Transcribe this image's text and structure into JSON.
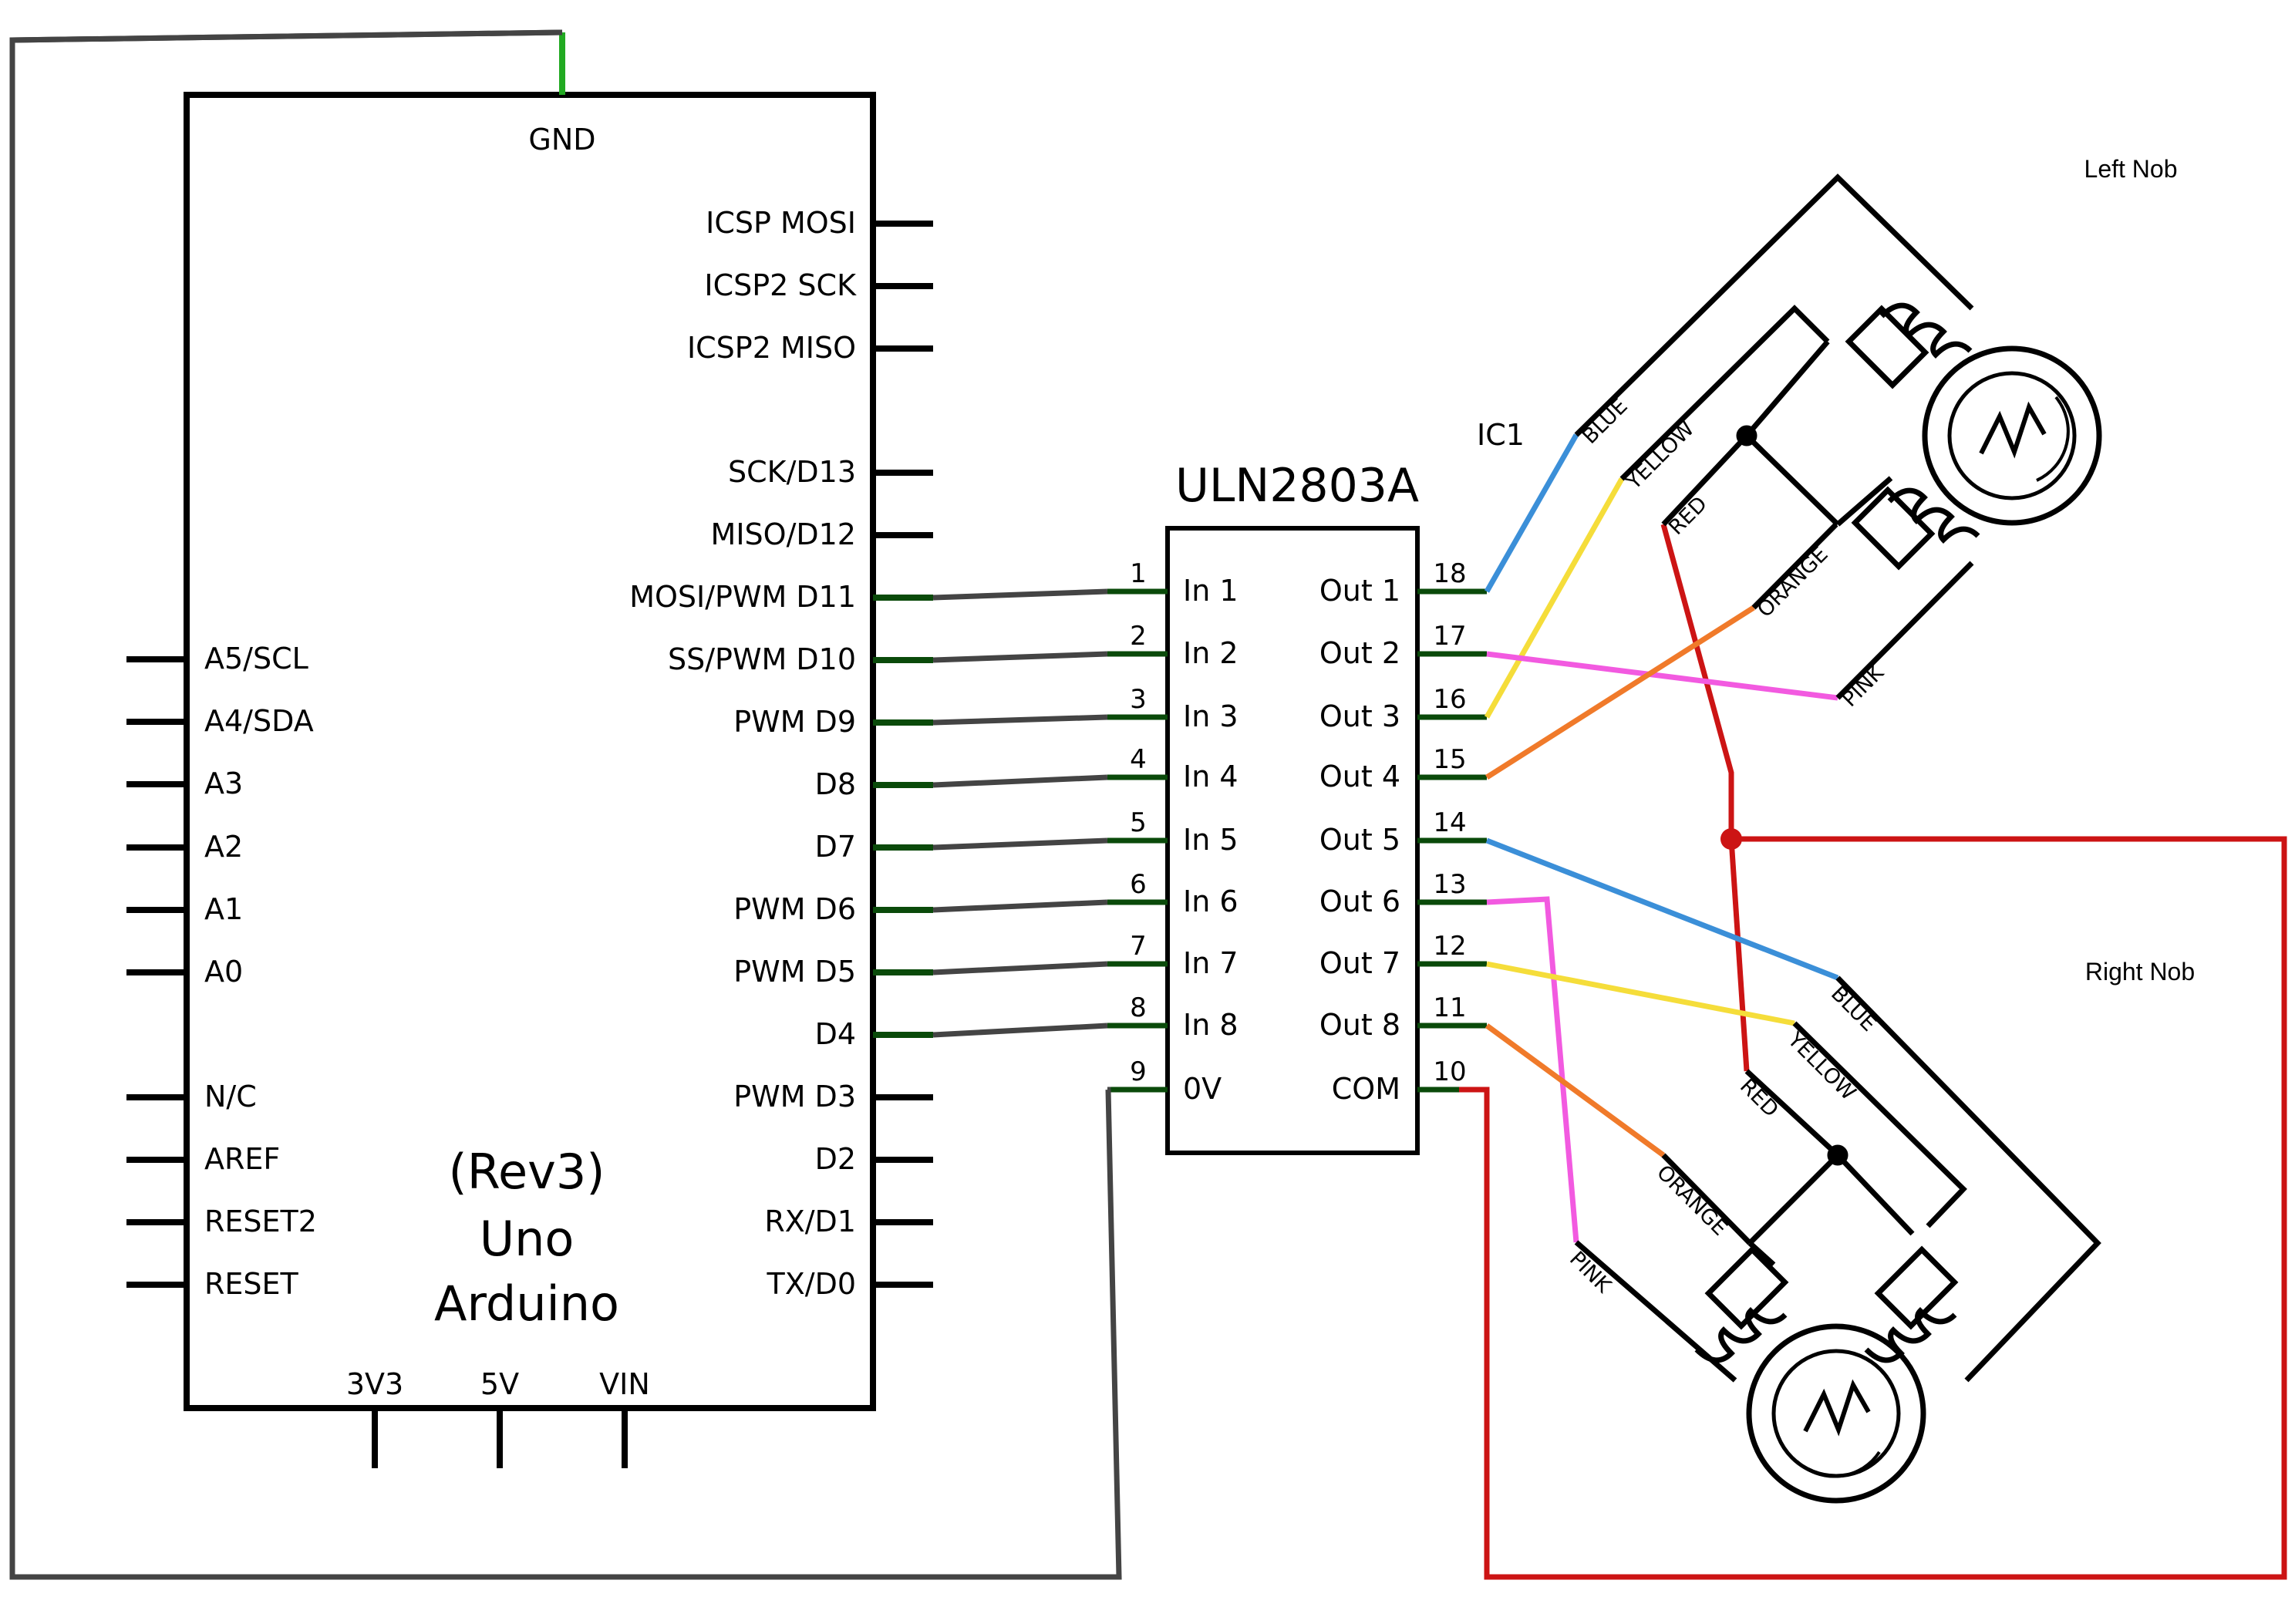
{
  "arduino": {
    "gnd": "GND",
    "right_pins": [
      "ICSP MOSI",
      "ICSP2 SCK",
      "ICSP2 MISO",
      "SCK/D13",
      "MISO/D12",
      "MOSI/PWM D11",
      "SS/PWM D10",
      "PWM D9",
      "D8",
      "D7",
      "PWM D6",
      "PWM D5",
      "D4",
      "PWM D3",
      "D2",
      "RX/D1",
      "TX/D0"
    ],
    "left_pins": [
      "A5/SCL",
      "A4/SDA",
      "A3",
      "A2",
      "A1",
      "A0",
      "N/C",
      "AREF",
      "RESET2",
      "RESET"
    ],
    "bottom_pins": [
      "3V3",
      "5V",
      "VIN"
    ],
    "name": [
      "(Rev3)",
      "Uno",
      "Arduino"
    ]
  },
  "chip": {
    "title": "ULN2803A",
    "ref": "IC1",
    "left_pins": [
      {
        "num": "1",
        "label": "In 1"
      },
      {
        "num": "2",
        "label": "In 2"
      },
      {
        "num": "3",
        "label": "In 3"
      },
      {
        "num": "4",
        "label": "In 4"
      },
      {
        "num": "5",
        "label": "In 5"
      },
      {
        "num": "6",
        "label": "In 6"
      },
      {
        "num": "7",
        "label": "In 7"
      },
      {
        "num": "8",
        "label": "In 8"
      },
      {
        "num": "9",
        "label": "0V"
      }
    ],
    "right_pins": [
      {
        "num": "18",
        "label": "Out 1"
      },
      {
        "num": "17",
        "label": "Out 2"
      },
      {
        "num": "16",
        "label": "Out 3"
      },
      {
        "num": "15",
        "label": "Out 4"
      },
      {
        "num": "14",
        "label": "Out 5"
      },
      {
        "num": "13",
        "label": "Out 6"
      },
      {
        "num": "12",
        "label": "Out 7"
      },
      {
        "num": "11",
        "label": "Out 8"
      },
      {
        "num": "10",
        "label": "COM"
      }
    ]
  },
  "motors": {
    "left_title": "Left Nob",
    "right_title": "Right Nob",
    "left_wires": [
      "BLUE",
      "YELLOW",
      "RED",
      "ORANGE",
      "PINK"
    ],
    "right_wires": [
      "BLUE",
      "YELLOW",
      "RED",
      "ORANGE",
      "PINK"
    ]
  },
  "colors": {
    "blue": "#3b8fd8",
    "yellow": "#f5dd3a",
    "red": "#cc1414",
    "orange": "#f07a2a",
    "pink": "#f25ae0",
    "gnd_green": "#22aa22",
    "wire_gray": "#444444",
    "pin_green": "#0a4a0a"
  }
}
